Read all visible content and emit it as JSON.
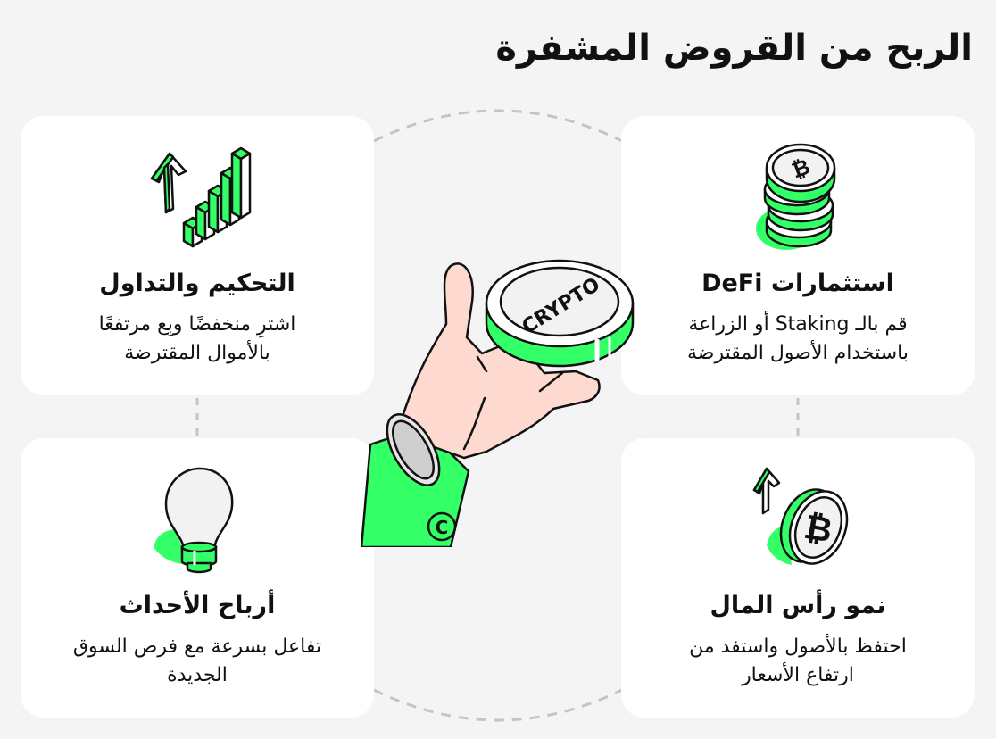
{
  "title": "الربح من القروض المشفرة",
  "colors": {
    "background": "#f4f4f4",
    "card": "#ffffff",
    "accent_green": "#33ff66",
    "skin": "#fdd9d0",
    "dash": "#c4c4c4"
  },
  "cards": [
    {
      "position": "top-left",
      "icon": "bar-chart-growth-icon",
      "heading": "التحكيم والتداول",
      "desc_line1": "اشترِ منخفضًا وبِع مرتفعًا",
      "desc_line2": "بالأموال المقترضة"
    },
    {
      "position": "top-right",
      "icon": "coin-stack-icon",
      "heading": "استثمارات DeFi",
      "desc_line1": "قم بالـ Staking أو الزراعة",
      "desc_line2": "باستخدام الأصول المقترضة"
    },
    {
      "position": "bottom-left",
      "icon": "light-bulb-icon",
      "heading": "أرباح الأحداث",
      "desc_line1": "تفاعل بسرعة مع فرص السوق",
      "desc_line2": "الجديدة"
    },
    {
      "position": "bottom-right",
      "icon": "bitcoin-growth-icon",
      "heading": "نمو رأس المال",
      "desc_line1": "احتفظ بالأصول واستفد من",
      "desc_line2": "ارتفاع الأسعار"
    }
  ],
  "hero": {
    "coin_label": "CRYPTO",
    "cuff_symbol": "C"
  }
}
